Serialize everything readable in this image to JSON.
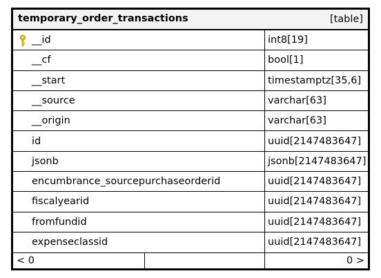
{
  "table": {
    "name": "temporary_order_transactions",
    "kind": "[table]",
    "key_color": "#e0c800",
    "columns": [
      {
        "name": "__id",
        "type": "int8[19]",
        "primary_key": true
      },
      {
        "name": "__cf",
        "type": "bool[1]",
        "primary_key": false
      },
      {
        "name": "__start",
        "type": "timestamptz[35,6]",
        "primary_key": false
      },
      {
        "name": "__source",
        "type": "varchar[63]",
        "primary_key": false
      },
      {
        "name": "__origin",
        "type": "varchar[63]",
        "primary_key": false
      },
      {
        "name": "id",
        "type": "uuid[2147483647]",
        "primary_key": false
      },
      {
        "name": "jsonb",
        "type": "jsonb[2147483647]",
        "primary_key": false
      },
      {
        "name": "encumbrance_sourcepurchaseorderid",
        "type": "uuid[2147483647]",
        "primary_key": false
      },
      {
        "name": "fiscalyearid",
        "type": "uuid[2147483647]",
        "primary_key": false
      },
      {
        "name": "fromfundid",
        "type": "uuid[2147483647]",
        "primary_key": false
      },
      {
        "name": "expenseclassid",
        "type": "uuid[2147483647]",
        "primary_key": false
      }
    ],
    "footer": {
      "left": "< 0",
      "right": "0 >"
    }
  }
}
